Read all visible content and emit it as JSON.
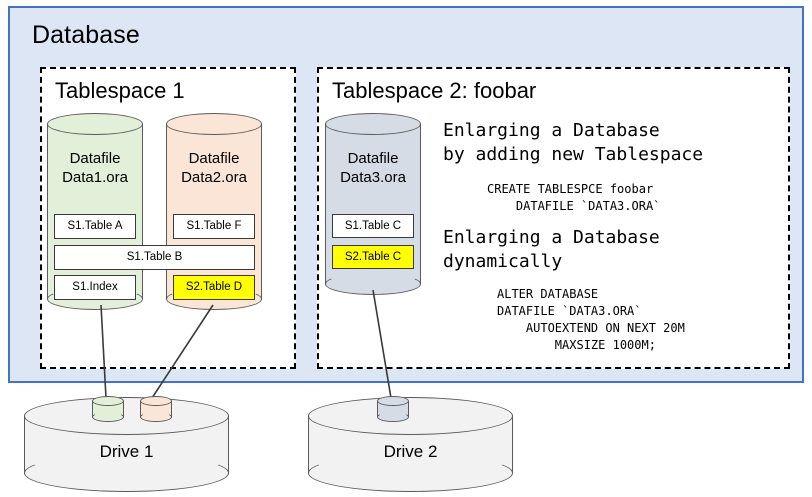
{
  "panel": {
    "title": "Database",
    "bg": "#dce6f4",
    "border": "#4472c4"
  },
  "tablespaces": [
    {
      "title": "Tablespace 1"
    },
    {
      "title": "Tablespace 2: foobar"
    }
  ],
  "datafiles": [
    {
      "name_line1": "Datafile",
      "name_line2": "Data1.ora",
      "fill": "#e2efd9",
      "objects": [
        {
          "label": "S1.Table A",
          "highlight": false
        },
        {
          "label": "S1.Index",
          "highlight": false
        }
      ]
    },
    {
      "name_line1": "Datafile",
      "name_line2": "Data2.ora",
      "fill": "#fbe5d6",
      "objects": [
        {
          "label": "S1.Table F",
          "highlight": false
        },
        {
          "label": "S2.Table D",
          "highlight": true
        }
      ]
    },
    {
      "name_line1": "Datafile",
      "name_line2": "Data3.ora",
      "fill": "#d6dce5",
      "objects": [
        {
          "label": "S1.Table C",
          "highlight": false
        },
        {
          "label": "S2.Table C",
          "highlight": true
        }
      ]
    }
  ],
  "spanning_object": {
    "label": "S1.Table B",
    "highlight": false
  },
  "notes": [
    {
      "headline": "Enlarging a Database\nby adding new Tablespace",
      "code": "CREATE TABLESPCE foobar\n    DATAFILE `DATA3.ORA`"
    },
    {
      "headline": "Enlarging a Database\ndynamically",
      "code": "ALTER DATABASE\nDATAFILE `DATA3.ORA`\n    AUTOEXTEND ON NEXT 20M\n        MAXSIZE 1000M;"
    }
  ],
  "drives": [
    {
      "label": "Drive 1"
    },
    {
      "label": "Drive 2"
    }
  ],
  "highlight_color": "#ffff00"
}
